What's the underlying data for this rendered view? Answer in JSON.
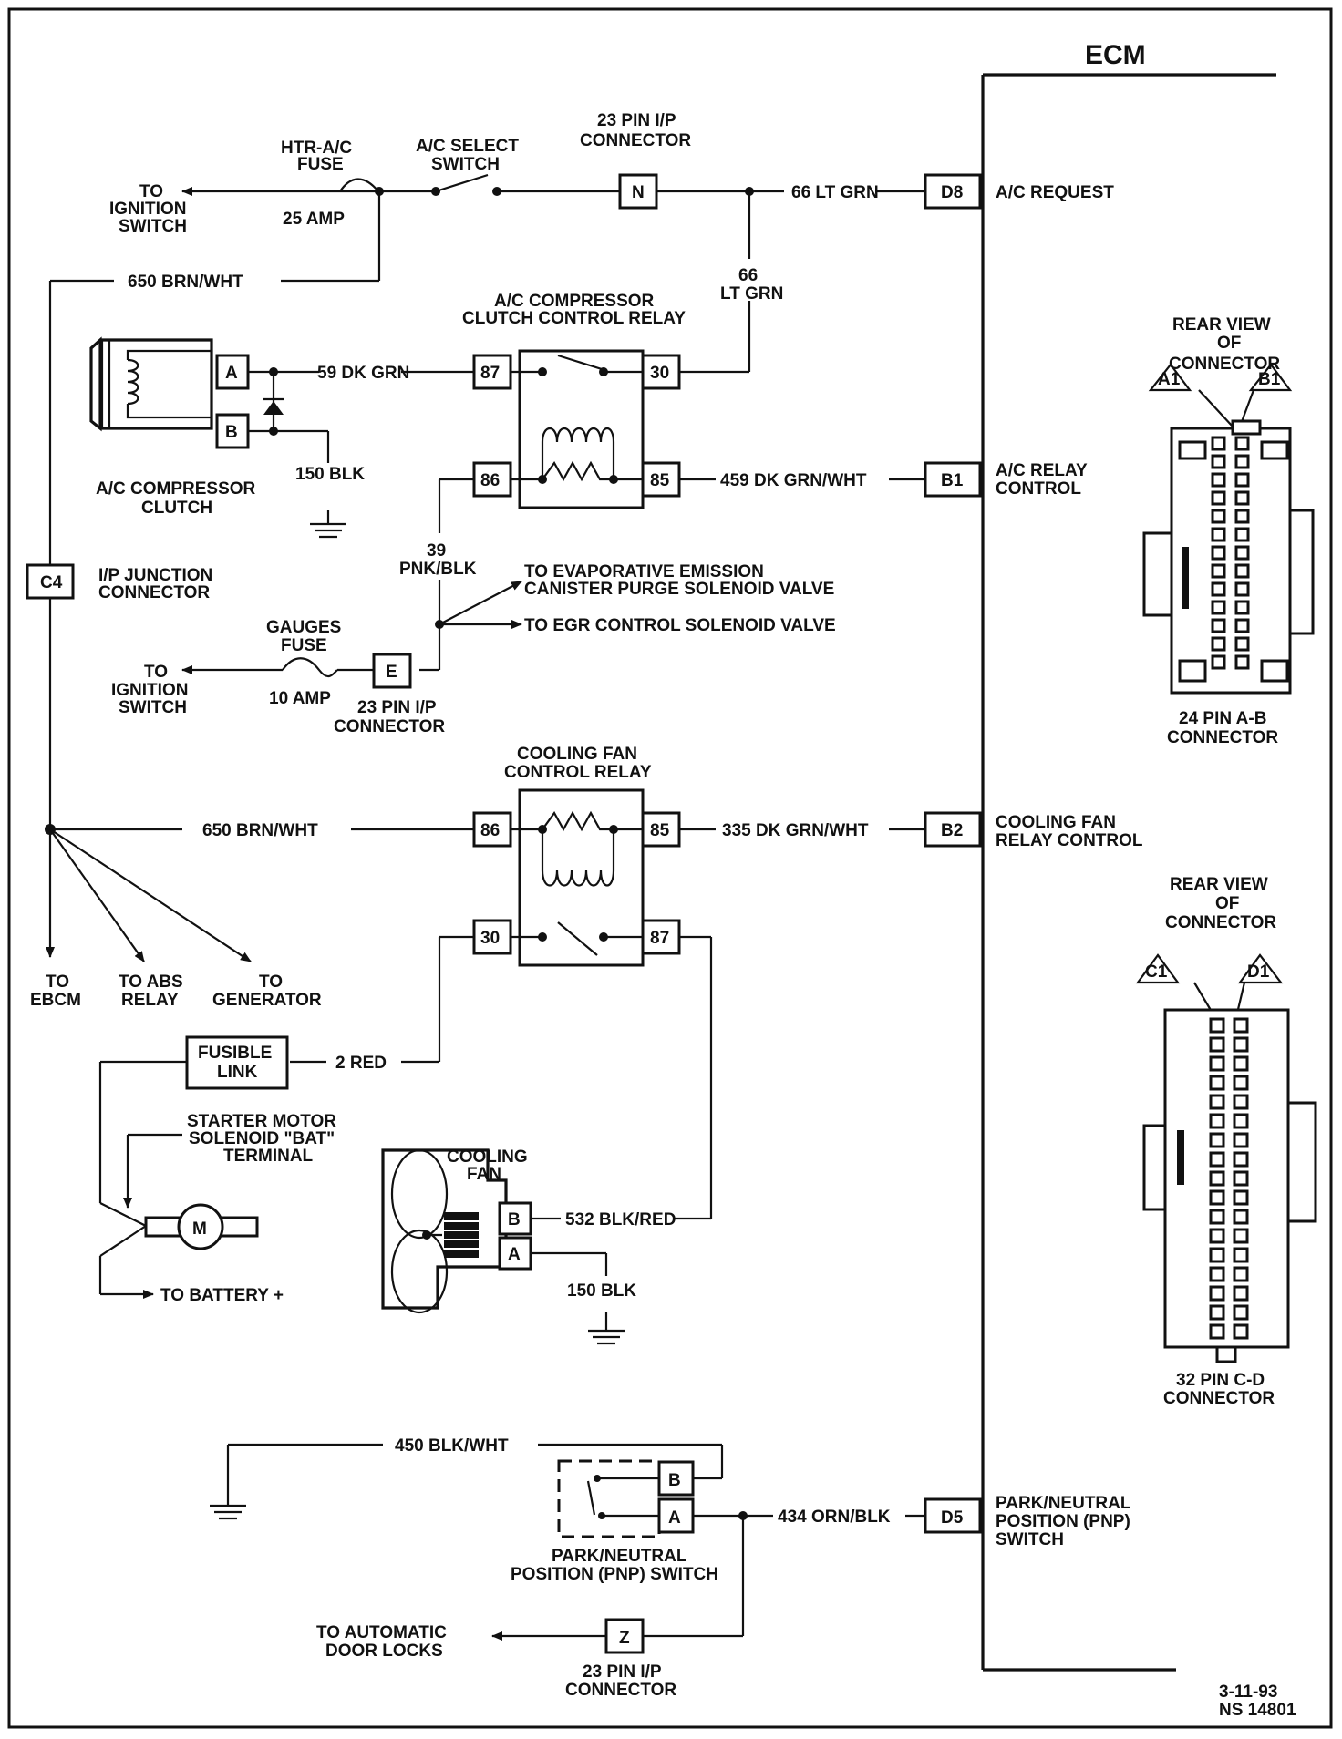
{
  "ecm": {
    "title": "ECM",
    "ports": {
      "d8": {
        "pin": "D8",
        "label1": "A/C REQUEST",
        "label2": ""
      },
      "b1": {
        "pin": "B1",
        "label1": "A/C RELAY",
        "label2": "CONTROL"
      },
      "b2": {
        "pin": "B2",
        "label1": "COOLING FAN",
        "label2": "RELAY CONTROL"
      },
      "d5": {
        "pin": "D5",
        "label1": "PARK/NEUTRAL",
        "label2": "POSITION (PNP)",
        "label3": "SWITCH"
      }
    }
  },
  "wires": {
    "w66_top": "66 LT GRN",
    "w66_side_1": "66",
    "w66_side_2": "LT GRN",
    "w650_top": "650 BRN/WHT",
    "w59": "59 DK GRN",
    "w459": "459 DK GRN/WHT",
    "w150_top": "150 BLK",
    "w39_1": "39",
    "w39_2": "PNK/BLK",
    "w650_mid": "650 BRN/WHT",
    "w335": "335 DK GRN/WHT",
    "w2": "2 RED",
    "w532": "532 BLK/RED",
    "w150_bot": "150 BLK",
    "w450": "450 BLK/WHT",
    "w434": "434 ORN/BLK"
  },
  "components": {
    "htr_fuse": {
      "l1": "HTR-A/C",
      "l2": "FUSE",
      "amp": "25 AMP"
    },
    "ac_select": {
      "l1": "A/C SELECT",
      "l2": "SWITCH"
    },
    "conn23_top": {
      "l1": "23 PIN I/P",
      "l2": "CONNECTOR",
      "pin": "N"
    },
    "to_ign1": {
      "l1": "TO",
      "l2": "IGNITION",
      "l3": "SWITCH"
    },
    "ac_relay": {
      "l1": "A/C COMPRESSOR",
      "l2": "CLUTCH CONTROL RELAY",
      "p87": "87",
      "p30": "30",
      "p86": "86",
      "p85": "85"
    },
    "ac_clutch": {
      "l1": "A/C COMPRESSOR",
      "l2": "CLUTCH",
      "pa": "A",
      "pb": "B"
    },
    "c4": {
      "pin": "C4",
      "l1": "I/P JUNCTION",
      "l2": "CONNECTOR"
    },
    "evap": {
      "l1": "TO EVAPORATIVE EMISSION",
      "l2": "CANISTER PURGE SOLENOID VALVE"
    },
    "egr": "TO EGR CONTROL SOLENOID VALVE",
    "gauges_fuse": {
      "l1": "GAUGES",
      "l2": "FUSE",
      "amp": "10 AMP"
    },
    "to_ign2": {
      "l1": "TO",
      "l2": "IGNITION",
      "l3": "SWITCH"
    },
    "conn23_mid": {
      "pin": "E",
      "l1": "23 PIN I/P",
      "l2": "CONNECTOR"
    },
    "fan_relay": {
      "l1": "COOLING FAN",
      "l2": "CONTROL RELAY",
      "p86": "86",
      "p85": "85",
      "p30": "30",
      "p87": "87"
    },
    "to_ebcm": {
      "l1": "TO",
      "l2": "EBCM"
    },
    "to_abs": {
      "l1": "TO ABS",
      "l2": "RELAY"
    },
    "to_gen": {
      "l1": "TO",
      "l2": "GENERATOR"
    },
    "fusible_link": {
      "l1": "FUSIBLE",
      "l2": "LINK"
    },
    "starter": {
      "l1": "STARTER MOTOR",
      "l2": "SOLENOID \"BAT\"",
      "l3": "TERMINAL",
      "m": "M"
    },
    "to_battery": "TO BATTERY +",
    "cooling_fan": {
      "l1": "COOLING",
      "l2": "FAN",
      "pb": "B",
      "pa": "A"
    },
    "pnp_switch": {
      "l1": "PARK/NEUTRAL",
      "l2": "POSITION (PNP) SWITCH",
      "pb": "B",
      "pa": "A"
    },
    "door_locks": {
      "l1": "TO AUTOMATIC",
      "l2": "DOOR LOCKS"
    },
    "conn23_bot": {
      "pin": "Z",
      "l1": "23 PIN I/P",
      "l2": "CONNECTOR"
    }
  },
  "connector_views": {
    "ab": {
      "h1": "REAR VIEW",
      "h2": "OF",
      "h3": "CONNECTOR",
      "t1": "A1",
      "t2": "B1",
      "f1": "24 PIN A-B",
      "f2": "CONNECTOR"
    },
    "cd": {
      "h1": "REAR VIEW",
      "h2": "OF",
      "h3": "CONNECTOR",
      "t1": "C1",
      "t2": "D1",
      "f1": "32 PIN C-D",
      "f2": "CONNECTOR"
    }
  },
  "footer": {
    "date": "3-11-93",
    "code": "NS 14801"
  }
}
